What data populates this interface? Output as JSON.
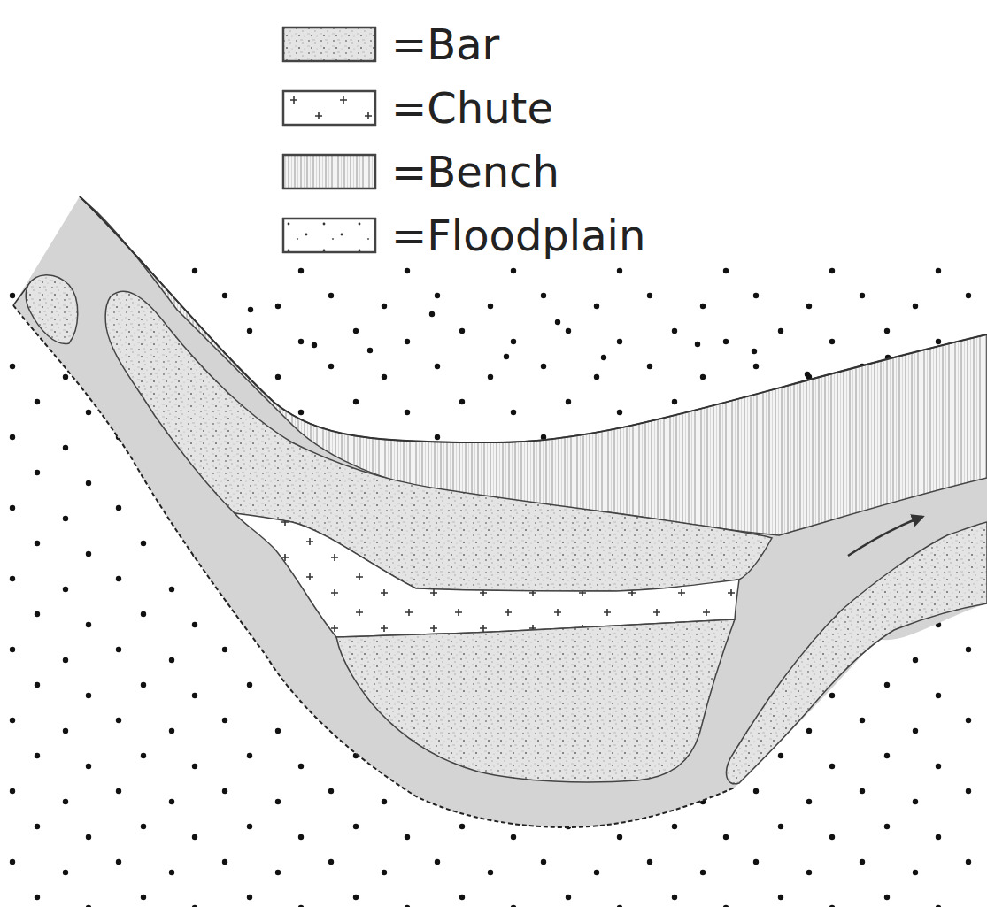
{
  "diagram": {
    "legend": [
      {
        "text": "=Bar"
      },
      {
        "text": "=Chute"
      },
      {
        "text": "=Bench"
      },
      {
        "text": "=Floodplain"
      }
    ]
  }
}
